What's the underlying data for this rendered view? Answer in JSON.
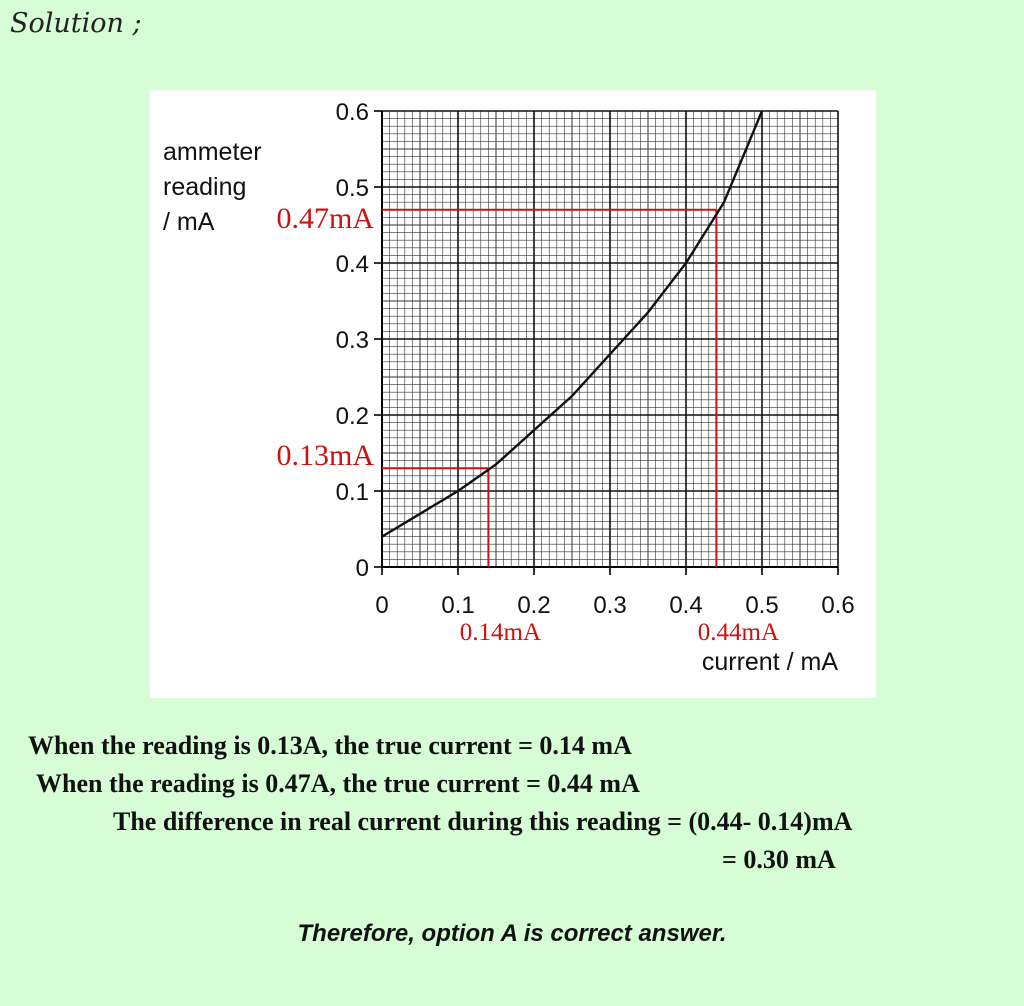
{
  "heading": "Solution ;",
  "chart_data": {
    "type": "line",
    "xlabel": "current / mA",
    "ylabel_lines": [
      "ammeter",
      "reading",
      "/ mA"
    ],
    "xlim": [
      0,
      0.6
    ],
    "ylim": [
      0,
      0.6
    ],
    "x_ticks": [
      "0",
      "0.1",
      "0.2",
      "0.3",
      "0.4",
      "0.5",
      "0.6"
    ],
    "y_ticks": [
      "0",
      "0.1",
      "0.2",
      "0.3",
      "0.4",
      "0.5",
      "0.6"
    ],
    "grid": true,
    "series": [
      {
        "x": [
          0,
          0.05,
          0.1,
          0.15,
          0.2,
          0.25,
          0.3,
          0.35,
          0.4,
          0.45,
          0.5
        ],
        "y": [
          0.04,
          0.07,
          0.1,
          0.135,
          0.18,
          0.225,
          0.28,
          0.335,
          0.4,
          0.48,
          0.6
        ],
        "color": "#111111"
      }
    ],
    "annotations": [
      {
        "x": 0.14,
        "y": 0.13,
        "x_label": "0.14mA",
        "y_label": "0.13mA",
        "color": "#cc1111"
      },
      {
        "x": 0.44,
        "y": 0.47,
        "x_label": "0.44mA",
        "y_label": "0.47mA",
        "color": "#cc1111"
      }
    ]
  },
  "explanation": {
    "line1": "When the reading is 0.13A, the true current = 0.14 mA",
    "line2": "When the reading is 0.47A, the true current = 0.44 mA",
    "line3": "The difference in real  current during this reading = (0.44- 0.14)mA",
    "line4": "= 0.30 mA"
  },
  "conclusion": "Therefore, option A is correct answer."
}
